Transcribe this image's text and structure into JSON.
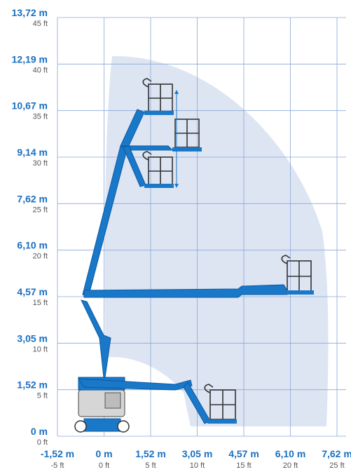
{
  "chart_data": {
    "type": "diagram",
    "y_ticks": [
      {
        "m": "13,72 m",
        "ft": "45 ft"
      },
      {
        "m": "12,19 m",
        "ft": "40 ft"
      },
      {
        "m": "10,67 m",
        "ft": "35 ft"
      },
      {
        "m": "9,14 m",
        "ft": "30 ft"
      },
      {
        "m": "7,62 m",
        "ft": "25 ft"
      },
      {
        "m": "6,10 m",
        "ft": "20 ft"
      },
      {
        "m": "4,57 m",
        "ft": "15 ft"
      },
      {
        "m": "3,05 m",
        "ft": "10 ft"
      },
      {
        "m": "1,52 m",
        "ft": "5 ft"
      },
      {
        "m": "0 m",
        "ft": "0 ft"
      }
    ],
    "x_ticks": [
      {
        "m": "-1,52 m",
        "ft": "-5 ft"
      },
      {
        "m": "0 m",
        "ft": "0 ft"
      },
      {
        "m": "1,52 m",
        "ft": "5 ft"
      },
      {
        "m": "3,05 m",
        "ft": "10 ft"
      },
      {
        "m": "4,57 m",
        "ft": "15 ft"
      },
      {
        "m": "6,10 m",
        "ft": "20 ft"
      },
      {
        "m": "7,62 m",
        "ft": "25 ft"
      }
    ],
    "colors": {
      "boom": "#1a78c9",
      "envelope": "#dde5f3",
      "grid": "#8aa8d6",
      "label_metric": "#1a6fc1",
      "label_feet": "#555555"
    }
  }
}
